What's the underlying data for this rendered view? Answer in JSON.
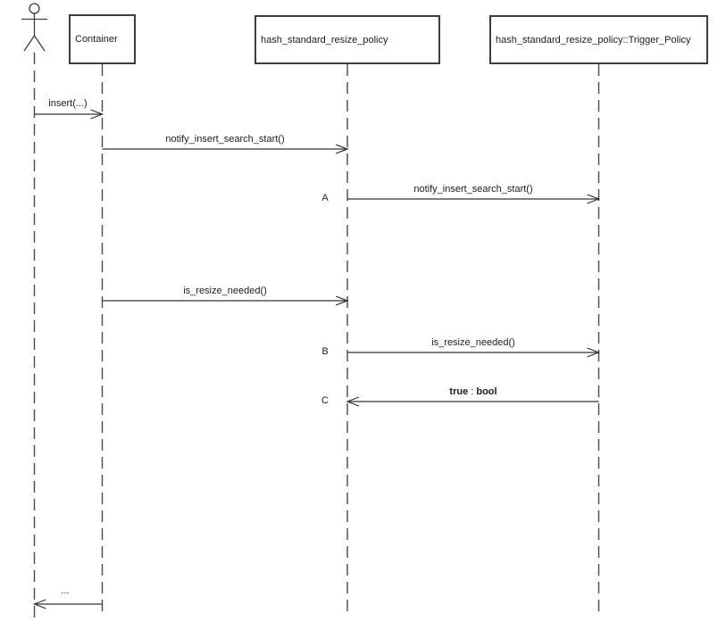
{
  "diagram": {
    "type": "uml-sequence-diagram",
    "colors": {
      "line": "#3d3d3d",
      "text": "#1c1c1c",
      "background": "#ffffff"
    },
    "participants": [
      {
        "label": "Container"
      },
      {
        "label": "hash_standard_resize_policy"
      },
      {
        "label": "hash_standard_resize_policy::Trigger_Policy"
      }
    ],
    "messages": [
      {
        "label": "insert(...)"
      },
      {
        "label": "notify_insert_search_start()"
      },
      {
        "label": "notify_insert_search_start()",
        "marker": "A"
      },
      {
        "label": "is_resize_needed()"
      },
      {
        "label": "is_resize_needed()",
        "marker": "B"
      },
      {
        "marker": "C",
        "parts": {
          "value": "true",
          "separator": " : ",
          "type": "bool"
        }
      },
      {
        "label": "..."
      }
    ]
  }
}
